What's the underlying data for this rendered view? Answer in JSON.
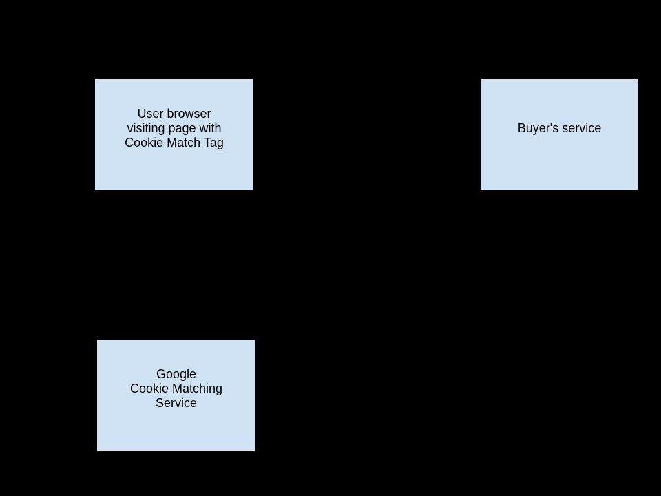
{
  "diagram": {
    "background_color": "#000000",
    "node_fill_color": "#cfe2f3",
    "node_border_color": "#000000",
    "node_text_color": "#000000",
    "nodes": [
      {
        "id": "user-browser",
        "label": "User browser\nvisiting page with\nCookie Match Tag"
      },
      {
        "id": "buyers-service",
        "label": "Buyer's service"
      },
      {
        "id": "google-cookie-matching-service",
        "label": "Google\nCookie Matching\nService"
      }
    ]
  }
}
